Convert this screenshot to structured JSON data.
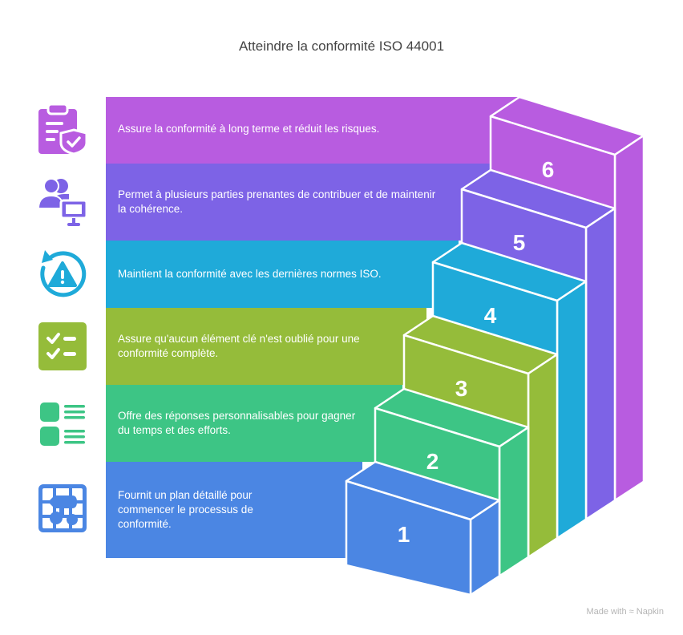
{
  "title": "Atteindre la conformité ISO 44001",
  "steps": [
    {
      "number": "1",
      "text": "Fournit un plan détaillé pour commencer le processus de conformité.",
      "color": "#4B86E3",
      "icon": "workflow-diagram-icon"
    },
    {
      "number": "2",
      "text": "Offre des réponses personnalisables pour gagner du temps et des efforts.",
      "color": "#3DC585",
      "icon": "template-list-icon"
    },
    {
      "number": "3",
      "text": "Assure qu'aucun élément clé n'est oublié pour une conformité complète.",
      "color": "#95BC3A",
      "icon": "checklist-icon"
    },
    {
      "number": "4",
      "text": "Maintient la conformité avec les dernières normes ISO.",
      "color": "#1FAAD9",
      "icon": "update-warning-icon"
    },
    {
      "number": "5",
      "text": "Permet à plusieurs parties prenantes de contribuer et de maintenir la cohérence.",
      "color": "#7D63E6",
      "icon": "collaboration-icon"
    },
    {
      "number": "6",
      "text": "Assure la conformité à long terme et réduit les risques.",
      "color": "#B85CE0",
      "icon": "clipboard-shield-icon"
    }
  ],
  "footer": {
    "label": "Made with",
    "brand": "Napkin"
  }
}
